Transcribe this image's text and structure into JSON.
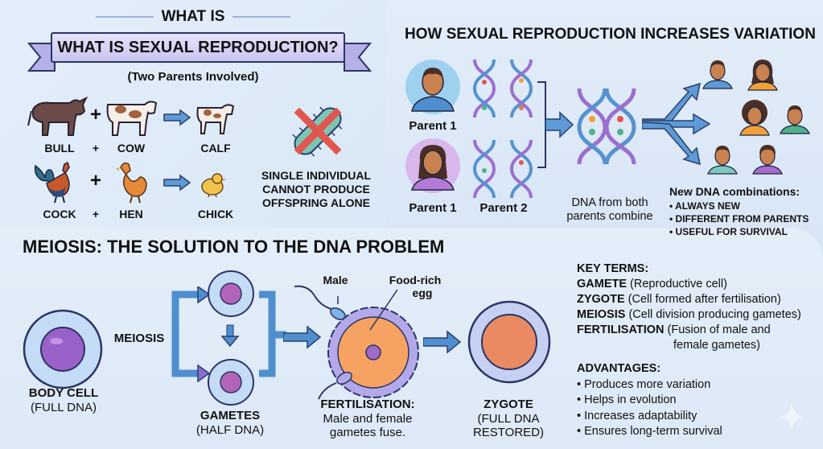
{
  "header": {
    "kicker": "WHAT IS",
    "title": "WHAT IS SEXUAL REPRODUCTION?",
    "subtitle": "(Two Parents Involved)"
  },
  "examples": {
    "row1": {
      "parent_a": "BULL",
      "op": "+",
      "parent_b": "COW",
      "offspring": "CALF"
    },
    "row2": {
      "parent_a": "COCK",
      "op": "+",
      "parent_b": "HEN",
      "offspring": "CHICK"
    }
  },
  "single_note": [
    "SINGLE INDIVIDUAL",
    "CANNOT PRODUCE",
    "OFFSPRING ALONE"
  ],
  "variation": {
    "title": "HOW SEXUAL REPRODUCTION INCREASES VARIATION",
    "parent_top_label": "Parent 1",
    "parent_bottom_label": "Parent 1",
    "parent2_label": "Parent 2",
    "combine_caption": [
      "DNA from both",
      "parents combine"
    ],
    "new_combos_title": "New DNA combinations:",
    "new_combos": [
      "ALWAYS NEW",
      "DIFFERENT FROM PARENTS",
      "USEFUL FOR SURVIVAL"
    ]
  },
  "meiosis": {
    "title": "MEIOSIS: THE SOLUTION TO THE DNA PROBLEM",
    "body_cell": "BODY CELL",
    "body_cell_sub": "(FULL DNA)",
    "meiosis_label": "MEIOSIS",
    "gametes": "GAMETES",
    "gametes_sub": "(HALF DNA)",
    "male_label": "Male",
    "egg_label": [
      "Food-rich",
      "egg"
    ],
    "fertilisation": "FERTILISATION:",
    "fertilisation_sub": [
      "Male and female",
      "gametes fuse."
    ],
    "zygote": "ZYGOTE",
    "zygote_sub": [
      "(FULL DNA",
      "RESTORED)"
    ]
  },
  "key_terms": {
    "title": "KEY TERMS:",
    "items": [
      {
        "term": "GAMETE",
        "def": " (Reproductive cell)"
      },
      {
        "term": "ZYGOTE",
        "def": " (Cell formed after fertilisation)"
      },
      {
        "term": "MEIOSIS",
        "def": " (Cell division producing gametes)"
      },
      {
        "term": "FERTILISATION",
        "def": " (Fusion of male and"
      }
    ],
    "continuation": "female gametes)"
  },
  "advantages": {
    "title": "ADVANTAGES:",
    "items": [
      "Produces more variation",
      "Helps in evolution",
      "Increases adaptability",
      "Ensures long-term survival"
    ]
  },
  "colors": {
    "arrow": "#4f8fd0",
    "banner": "#d3cff4",
    "cell_outer": "#b9d3f3",
    "nucleus": "#9a62c8",
    "egg": "#f6a263",
    "cross": "#e0574f"
  }
}
